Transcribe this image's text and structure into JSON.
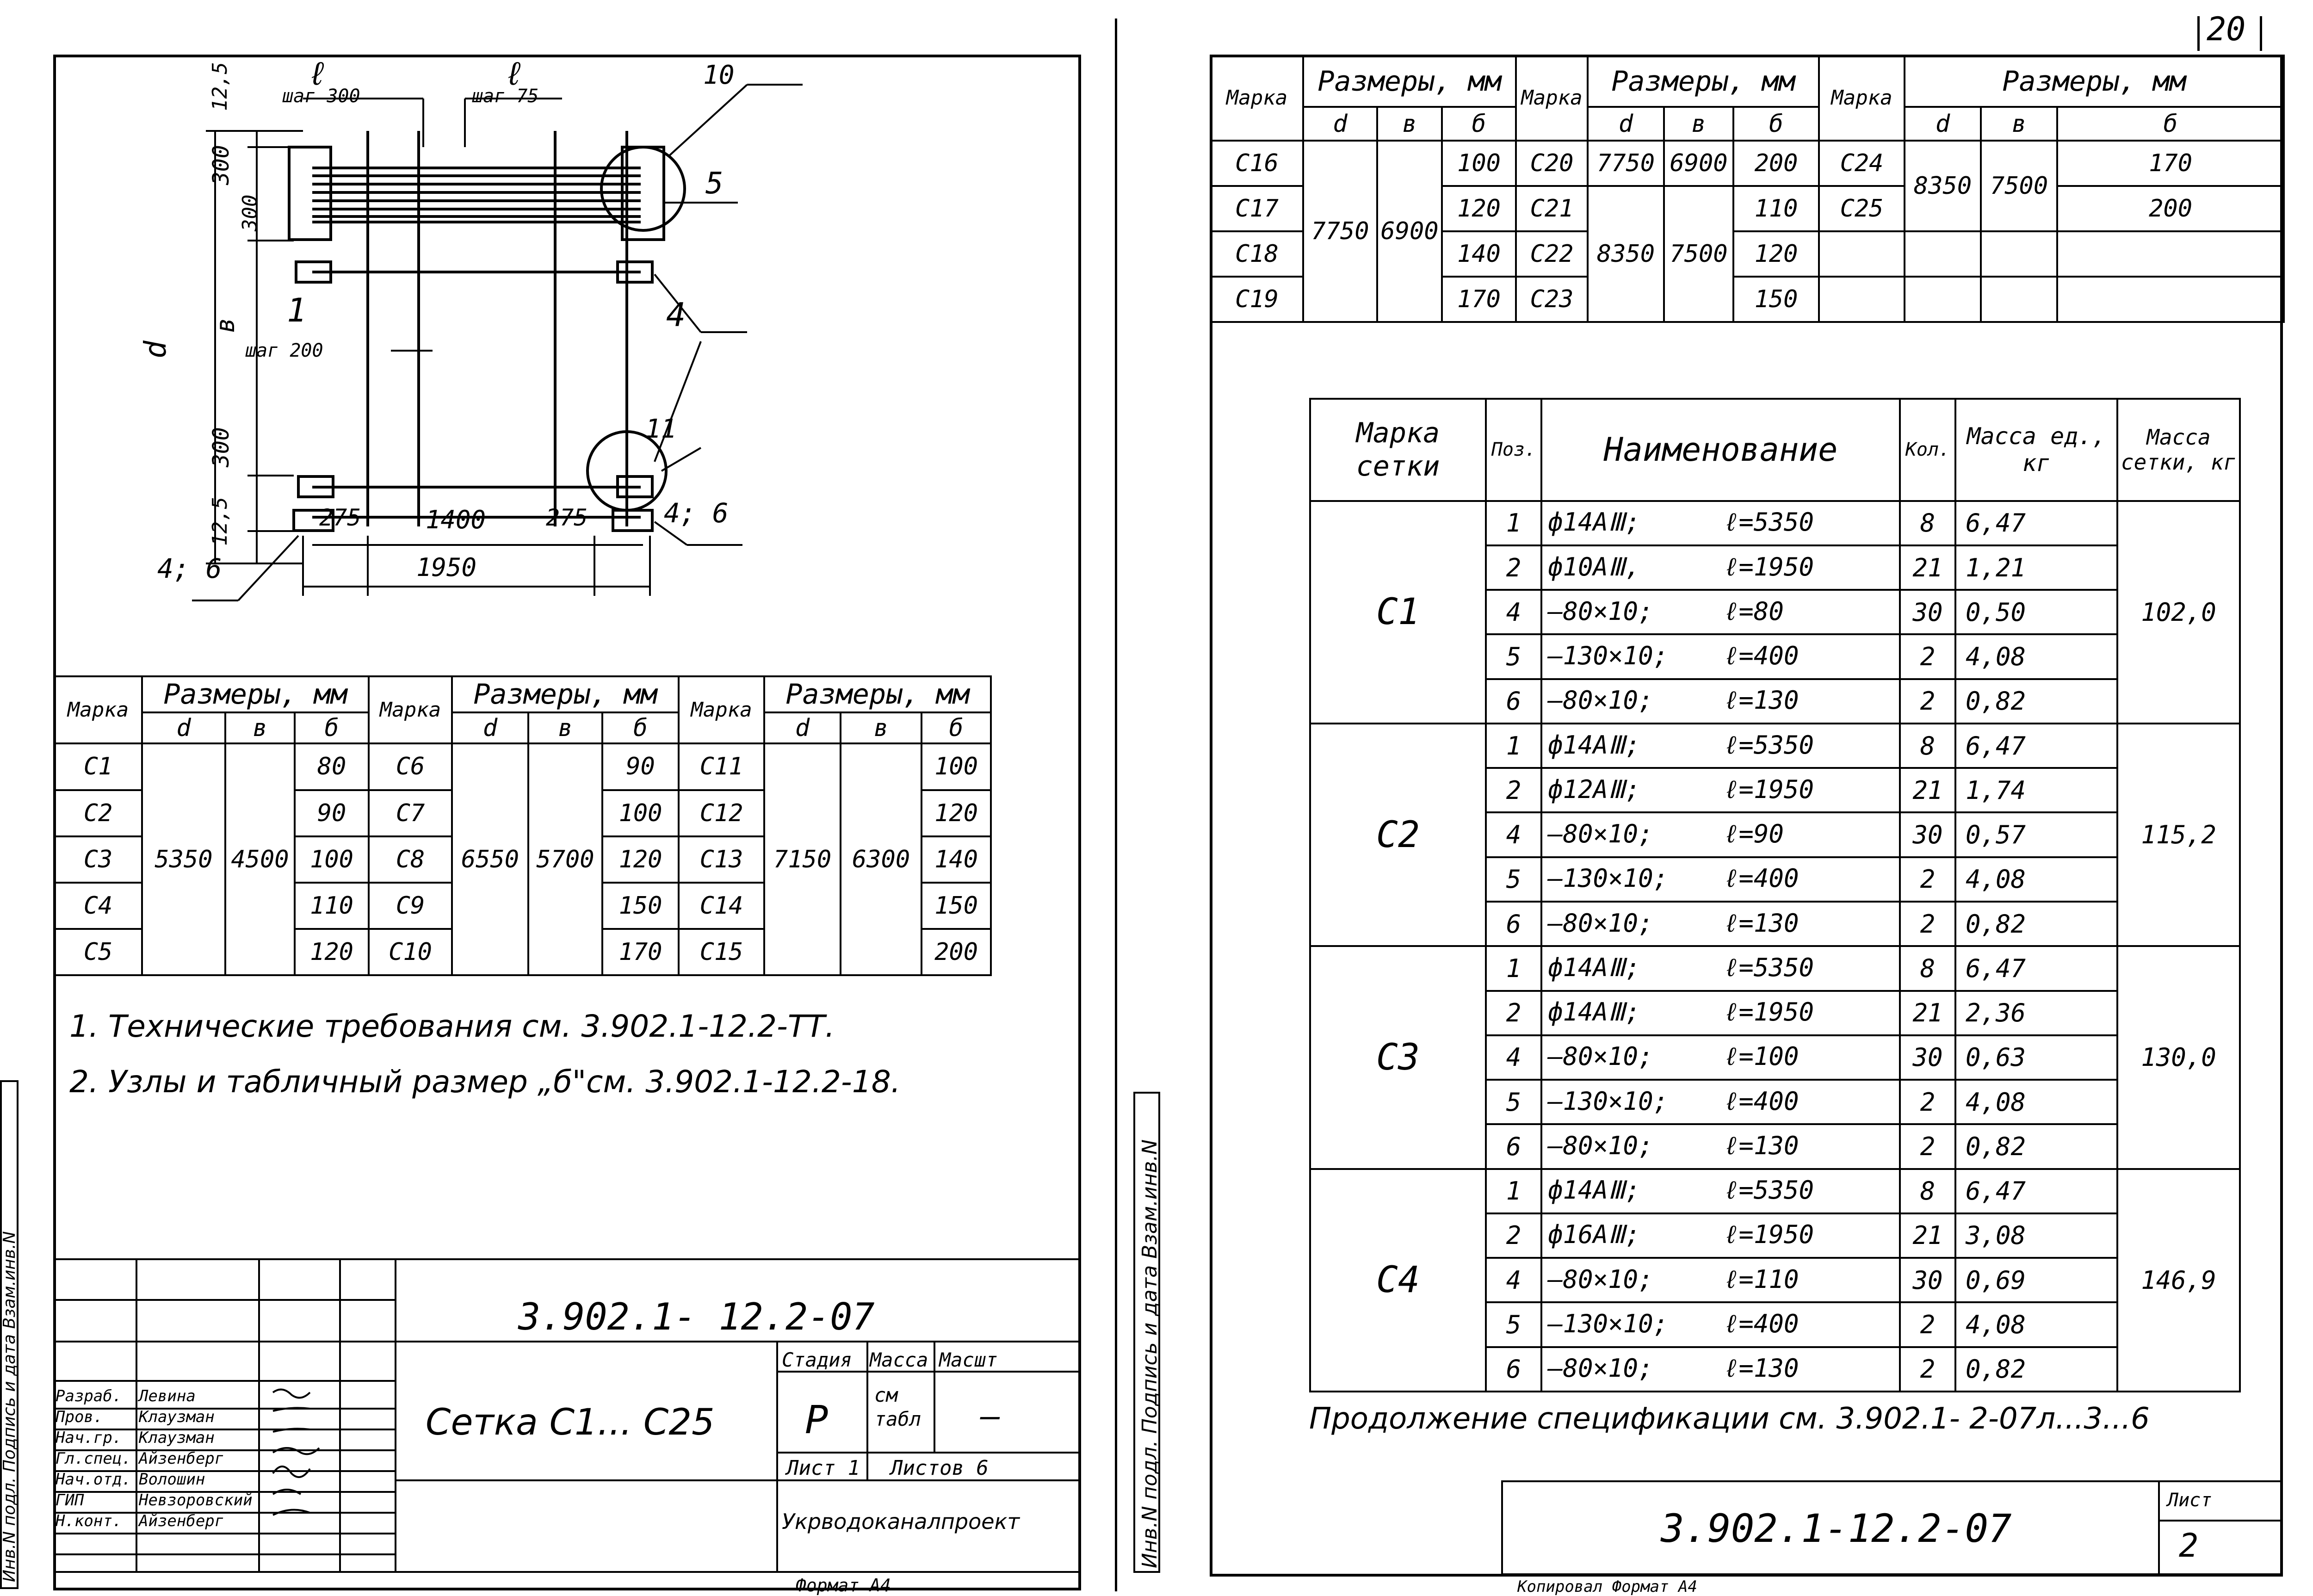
{
  "page_number": "20",
  "drawing": {
    "labels": {
      "l1": "ℓ",
      "sh1": "шаг 300",
      "l2": "ℓ",
      "sh2": "шаг 75",
      "n10": "10",
      "d125a": "12,5",
      "d300a": "300",
      "d300b": "300",
      "n5": "5",
      "p1": "1",
      "sh200": "шаг 200",
      "dvar": "d",
      "bvar": "в",
      "n4": "4",
      "d300c": "300",
      "n11": "11",
      "d125b": "12,5",
      "d275a": "275",
      "d1400": "1400",
      "d275b": "275",
      "n46a": "4; 6",
      "n46b": "4; 6",
      "d1950": "1950"
    }
  },
  "left_table": {
    "h_marka": "Марка",
    "h_razm": "Размеры, мм",
    "h_d": "d",
    "h_v": "в",
    "h_b": "б",
    "groups": [
      {
        "d": "5350",
        "v": "4500",
        "rows": [
          [
            "С1",
            "80"
          ],
          [
            "С2",
            "90"
          ],
          [
            "С3",
            "100"
          ],
          [
            "С4",
            "110"
          ],
          [
            "С5",
            "120"
          ]
        ]
      },
      {
        "d": "6550",
        "v": "5700",
        "rows": [
          [
            "С6",
            "90"
          ],
          [
            "С7",
            "100"
          ],
          [
            "С8",
            "120"
          ],
          [
            "С9",
            "150"
          ],
          [
            "С10",
            "170"
          ]
        ]
      },
      {
        "d": "7150",
        "v": "6300",
        "rows": [
          [
            "С11",
            "100"
          ],
          [
            "С12",
            "120"
          ],
          [
            "С13",
            "140"
          ],
          [
            "С14",
            "150"
          ],
          [
            "С15",
            "200"
          ]
        ]
      }
    ]
  },
  "notes": {
    "n1": "1. Технические требования см. 3.902.1-12.2-ТТ.",
    "n2": "2. Узлы и табличный размер „б\"см. 3.902.1-12.2-18."
  },
  "stamp_left": {
    "code": "3.902.1- 12.2-07",
    "title": "Сетка С1... С25",
    "h_stadia": "Стадия",
    "h_massa": "Масса",
    "h_masht": "Масшт",
    "stadia": "Р",
    "massa": "см табл",
    "masht": "—",
    "list": "Лист 1",
    "listov": "Листов 6",
    "org": "Укрводоканалпроект",
    "people": [
      [
        "Разраб.",
        "Левина"
      ],
      [
        "Пров.",
        "Клаузман"
      ],
      [
        "Нач.гр.",
        "Клаузман"
      ],
      [
        "Гл.спец.",
        "Айзенберг"
      ],
      [
        "Нач.отд.",
        "Волошин"
      ],
      [
        "ГИП",
        "Невзоровский"
      ],
      [
        "Н.конт.",
        "Айзенберг"
      ]
    ]
  },
  "format_left": "Формат А4",
  "side_left": "Инв.N подл.  Подпись и дата  Взам.инв.N",
  "side_right": "Инв.N подл. Подпись и дата Взам.инв.N",
  "top_table": {
    "h_marka": "Марка",
    "h_razm": "Размеры, мм",
    "h_d": "d",
    "h_v": "в",
    "h_b": "б",
    "g1": {
      "d": "7750",
      "v": "6900",
      "rows": [
        [
          "С16",
          "100"
        ],
        [
          "С17",
          "120"
        ],
        [
          "С18",
          "140"
        ],
        [
          "С19",
          "170"
        ]
      ]
    },
    "g2a": {
      "d": "7750",
      "v": "6900",
      "rows": [
        [
          "С20",
          "200"
        ]
      ]
    },
    "g2b": {
      "d": "8350",
      "v": "7500",
      "rows": [
        [
          "С21",
          "110"
        ],
        [
          "С22",
          "120"
        ],
        [
          "С23",
          "150"
        ]
      ]
    },
    "g3": {
      "d": "8350",
      "v": "7500",
      "rows": [
        [
          "С24",
          "170"
        ],
        [
          "С25",
          "200"
        ]
      ]
    }
  },
  "spec": {
    "h_marka": "Марка сетки",
    "h_poz": "Поз.",
    "h_name": "Наименование",
    "h_kol": "Кол.",
    "h_massa_ed": "Масса ед., кг",
    "h_massa_setki": "Масса сетки, кг",
    "groups": [
      {
        "mark": "С1",
        "total": "102,0",
        "rows": [
          [
            "1",
            "ф14АⅢ;",
            "ℓ=5350",
            "8",
            "6,47"
          ],
          [
            "2",
            "ф10АⅢ,",
            "ℓ=1950",
            "21",
            "1,21"
          ],
          [
            "4",
            "—80×10;",
            "ℓ=80",
            "30",
            "0,50"
          ],
          [
            "5",
            "—130×10;",
            "ℓ=400",
            "2",
            "4,08"
          ],
          [
            "6",
            "—80×10;",
            "ℓ=130",
            "2",
            "0,82"
          ]
        ]
      },
      {
        "mark": "С2",
        "total": "115,2",
        "rows": [
          [
            "1",
            "ф14АⅢ;",
            "ℓ=5350",
            "8",
            "6,47"
          ],
          [
            "2",
            "ф12АⅢ;",
            "ℓ=1950",
            "21",
            "1,74"
          ],
          [
            "4",
            "—80×10;",
            "ℓ=90",
            "30",
            "0,57"
          ],
          [
            "5",
            "—130×10;",
            "ℓ=400",
            "2",
            "4,08"
          ],
          [
            "6",
            "—80×10;",
            "ℓ=130",
            "2",
            "0,82"
          ]
        ]
      },
      {
        "mark": "С3",
        "total": "130,0",
        "rows": [
          [
            "1",
            "ф14АⅢ;",
            "ℓ=5350",
            "8",
            "6,47"
          ],
          [
            "2",
            "ф14АⅢ;",
            "ℓ=1950",
            "21",
            "2,36"
          ],
          [
            "4",
            "—80×10;",
            "ℓ=100",
            "30",
            "0,63"
          ],
          [
            "5",
            "—130×10;",
            "ℓ=400",
            "2",
            "4,08"
          ],
          [
            "6",
            "—80×10;",
            "ℓ=130",
            "2",
            "0,82"
          ]
        ]
      },
      {
        "mark": "С4",
        "total": "146,9",
        "rows": [
          [
            "1",
            "ф14АⅢ;",
            "ℓ=5350",
            "8",
            "6,47"
          ],
          [
            "2",
            "ф16АⅢ;",
            "ℓ=1950",
            "21",
            "3,08"
          ],
          [
            "4",
            "—80×10;",
            "ℓ=110",
            "30",
            "0,69"
          ],
          [
            "5",
            "—130×10;",
            "ℓ=400",
            "2",
            "4,08"
          ],
          [
            "6",
            "—80×10;",
            "ℓ=130",
            "2",
            "0,82"
          ]
        ]
      }
    ]
  },
  "continuation": "Продолжение спецификации см. 3.902.1-   2-07л...3...6",
  "stamp_right": {
    "code": "3.902.1-12.2-07",
    "h_list": "Лист",
    "list": "2"
  },
  "bottom_right": "Копировал   Формат А4"
}
